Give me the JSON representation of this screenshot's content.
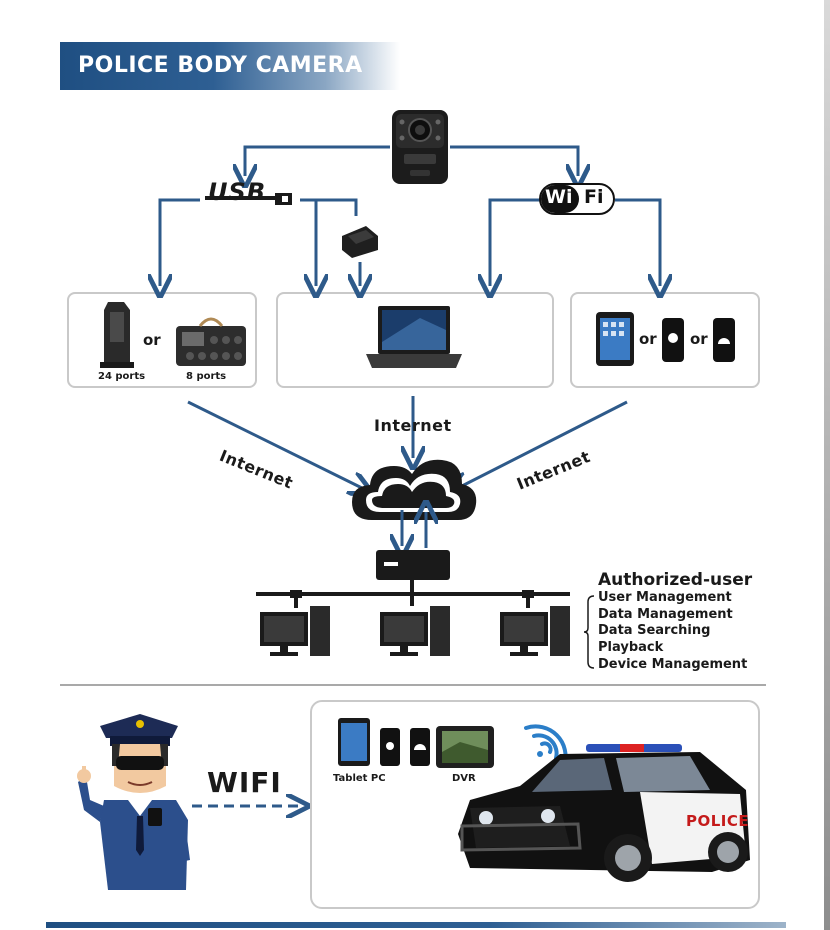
{
  "header": {
    "title": "POLICE BODY CAMERA"
  },
  "connections": {
    "usb_logo": "USB",
    "wifi_logo_left": "Wi",
    "wifi_logo_right": "Fi"
  },
  "left_box": {
    "or_label": "or",
    "kiosk_caption": "24 ports",
    "case_caption": "8 ports"
  },
  "right_box": {
    "or_label_1": "or",
    "or_label_2": "or"
  },
  "internet_labels": {
    "left": "Internet",
    "center": "Internet",
    "right": "Internet"
  },
  "authorized": {
    "title": "Authorized-user",
    "items": [
      "User Management",
      "Data Management",
      "Data Searching",
      "Playback",
      "Device Management"
    ]
  },
  "bottom": {
    "link_label": "WIFI",
    "tablet_caption": "Tablet PC",
    "dvr_caption": "DVR",
    "car_text": "POLICE"
  },
  "colors": {
    "arrow_blue": "#2e5a8a",
    "banner_blue": "#1f4f82",
    "box_border": "#c9c9c9"
  }
}
